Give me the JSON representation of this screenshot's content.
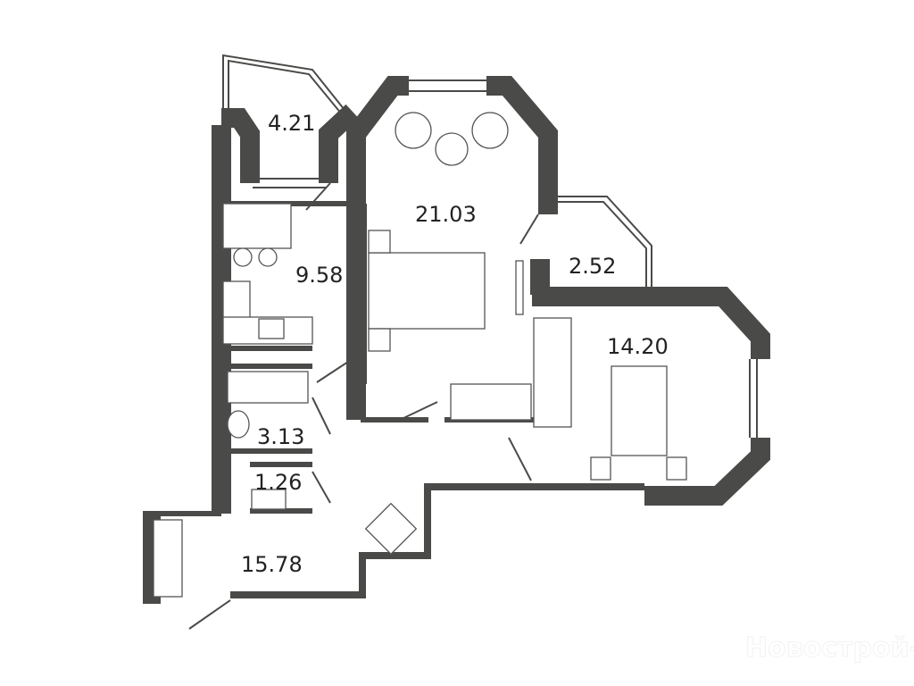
{
  "floor_plan": {
    "rooms": [
      {
        "id": "balcony-1",
        "area": "4.21"
      },
      {
        "id": "living-room",
        "area": "21.03"
      },
      {
        "id": "kitchen",
        "area": "9.58"
      },
      {
        "id": "balcony-2",
        "area": "2.52"
      },
      {
        "id": "bedroom",
        "area": "14.20"
      },
      {
        "id": "bathroom",
        "area": "3.13"
      },
      {
        "id": "toilet",
        "area": "1.26"
      },
      {
        "id": "hallway",
        "area": "15.78"
      }
    ],
    "wall_color": "#4a4a48"
  },
  "watermark": "Новострой-М"
}
